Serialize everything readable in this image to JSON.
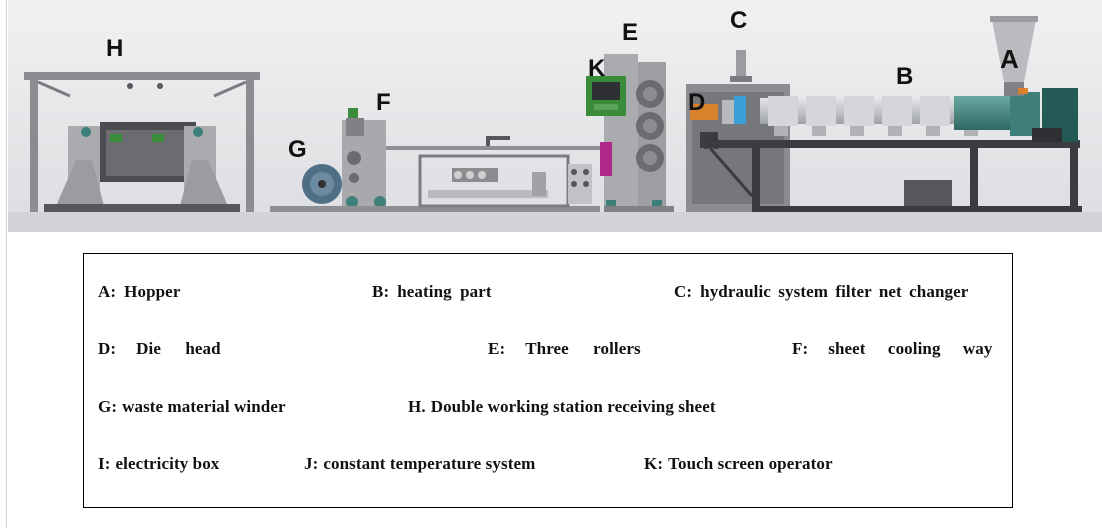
{
  "diagram": {
    "labels": {
      "A": "A",
      "B": "B",
      "C": "C",
      "D": "D",
      "E": "E",
      "F": "F",
      "G": "G",
      "H": "H",
      "K": "K"
    }
  },
  "legend": {
    "rows": [
      [
        {
          "key": "A:",
          "text": "Hopper"
        },
        {
          "key": "B:",
          "text": "heating part"
        },
        {
          "key": "C:",
          "text": "hydraulic system filter net changer"
        }
      ],
      [
        {
          "key": "D:",
          "text": "Die head"
        },
        {
          "key": "E:",
          "text": "Three rollers"
        },
        {
          "key": "F:",
          "text": "sheet cooling way"
        }
      ],
      [
        {
          "key": "G:",
          "text": "waste material winder"
        },
        {
          "key": "H.",
          "text": "Double working station receiving sheet"
        }
      ],
      [
        {
          "key": "I:",
          "text": "electricity box"
        },
        {
          "key": "J:",
          "text": "constant temperature system"
        },
        {
          "key": "K:",
          "text": "Touch screen operator"
        }
      ]
    ]
  },
  "colors": {
    "background": "#e8e8ea",
    "frame": "#5a5c60",
    "machine_gray": "#9a9ca0",
    "barrel_gray": "#c8cace",
    "motor_teal": "#3f7f7a",
    "dark": "#2e3034",
    "accent_orange": "#d9822b",
    "accent_blue": "#3aa0d8",
    "screen_green": "#3a8c3a",
    "magenta": "#b0288a"
  }
}
